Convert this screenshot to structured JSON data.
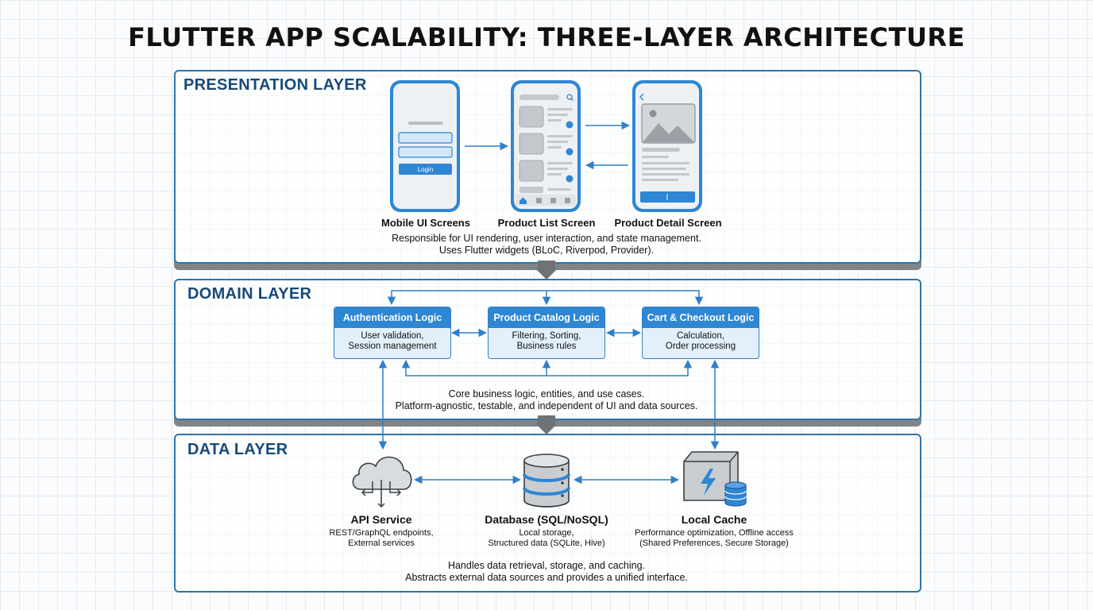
{
  "title": "FLUTTER APP SCALABILITY: THREE-LAYER ARCHITECTURE",
  "layers": {
    "presentation": {
      "title": "PRESENTATION LAYER",
      "screens": [
        {
          "caption": "Mobile UI Screens",
          "button_label": "Login"
        },
        {
          "caption": "Product List Screen"
        },
        {
          "caption": "Product Detail Screen"
        }
      ],
      "description": [
        "Responsible for UI rendering, user interaction, and state management.",
        "Uses Flutter widgets (BLoC, Riverpod, Provider)."
      ]
    },
    "domain": {
      "title": "DOMAIN LAYER",
      "modules": [
        {
          "name": "Authentication Logic",
          "lines": [
            "User validation,",
            "Session management"
          ]
        },
        {
          "name": "Product Catalog Logic",
          "lines": [
            "Filtering, Sorting,",
            "Business rules"
          ]
        },
        {
          "name": "Cart & Checkout Logic",
          "lines": [
            "Calculation,",
            "Order processing"
          ]
        }
      ],
      "description": [
        "Core business logic, entities, and use cases.",
        "Platform-agnostic, testable, and independent of UI and data sources."
      ]
    },
    "data": {
      "title": "DATA LAYER",
      "sources": [
        {
          "name": "API Service",
          "icon": "cloud-icon",
          "lines": [
            "REST/GraphQL endpoints,",
            "External services"
          ]
        },
        {
          "name": "Database (SQL/NoSQL)",
          "icon": "database-icon",
          "lines": [
            "Local storage,",
            "Structured data (SQLite, Hive)"
          ]
        },
        {
          "name": "Local Cache",
          "icon": "cache-icon",
          "lines": [
            "Performance optimization, Offline access",
            "(Shared Preferences, Secure Storage)"
          ]
        }
      ],
      "description": [
        "Handles data retrieval, storage, and caching.",
        "Abstracts external data sources and provides a unified interface."
      ]
    }
  },
  "colors": {
    "layer_border": "#2f73a8",
    "layer_title": "#174a78",
    "accent_blue": "#2f86d3",
    "light_blue": "#e3f0fb",
    "connector_gray": "#6f7376"
  }
}
